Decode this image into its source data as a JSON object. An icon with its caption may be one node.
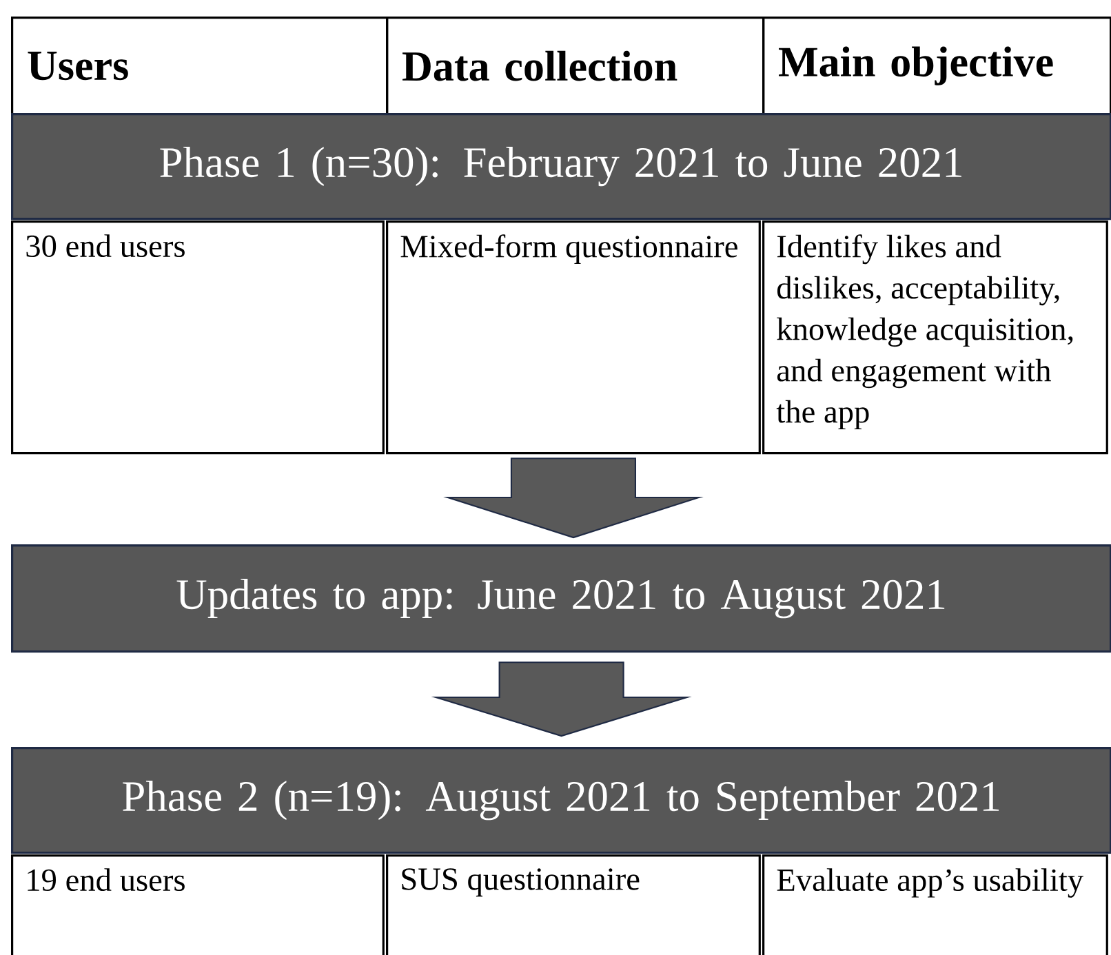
{
  "diagram": {
    "nodes": [
      {
        "text": [
          "Users"
        ]
      },
      {
        "text": [
          "Data collection"
        ]
      },
      {
        "text": [
          "Main objective"
        ]
      },
      {
        "text": [
          "Phase 1 (n=30): February 2021 to June 2021"
        ]
      },
      {
        "text": [
          "30 end users"
        ]
      },
      {
        "text": [
          "Mixed-form questionnaire"
        ]
      },
      {
        "text": [
          "Identify likes and dislikes, acceptability, knowledge acquisition, and engagement with the app"
        ]
      },
      {
        "text": [
          "Updates to app: June 2021 to August 2021"
        ]
      },
      {
        "text": [
          "Phase 2 (n=19): August 2021 to September 2021"
        ]
      },
      {
        "text": [
          "19 end users"
        ]
      },
      {
        "text": [
          "SUS questionnaire"
        ]
      },
      {
        "text": [
          "Evaluate app’s usability"
        ]
      }
    ],
    "edges": [
      {
        "from": 5,
        "to": 7,
        "arrow": "to",
        "style": "thick"
      },
      {
        "from": 7,
        "to": 8,
        "arrow": "to",
        "style": "thick"
      }
    ]
  }
}
